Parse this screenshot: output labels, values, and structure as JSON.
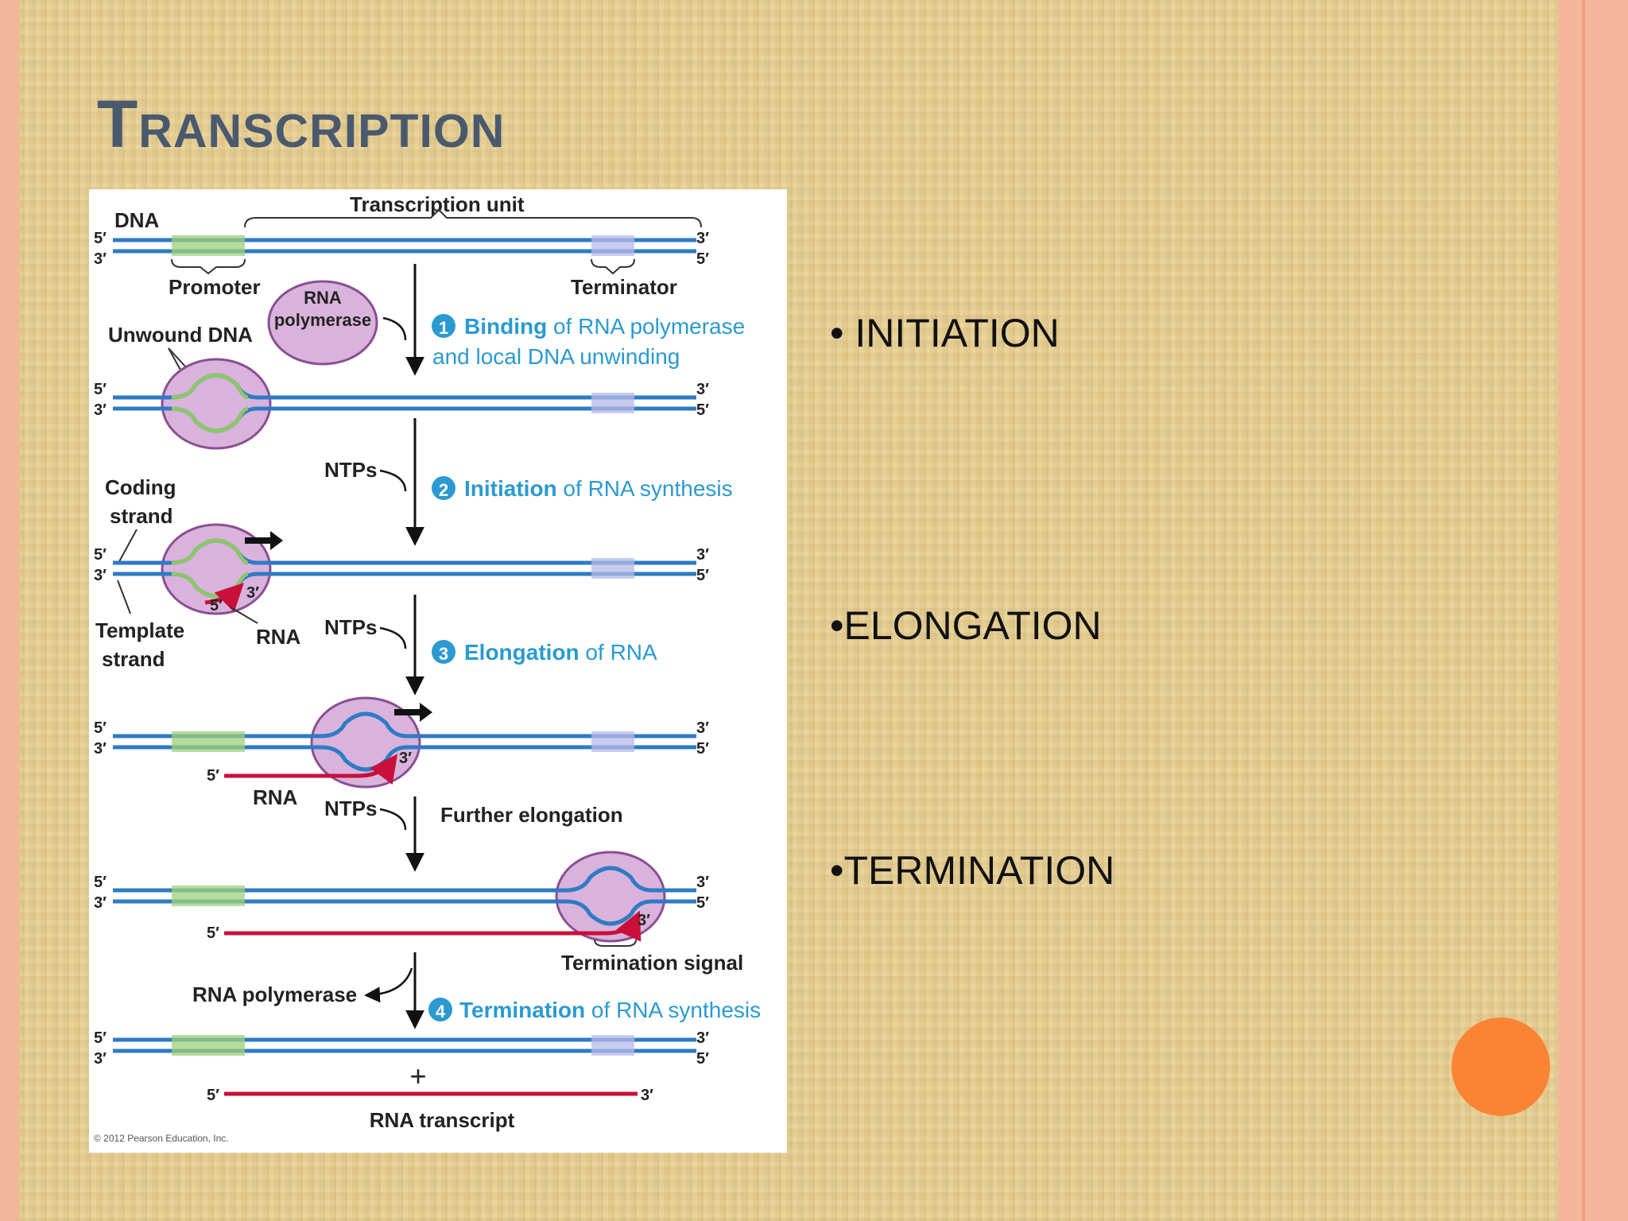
{
  "slide": {
    "title": "Transcription",
    "bullets": [
      "• INITIATION",
      "•ELONGATION",
      "•TERMINATION"
    ]
  },
  "diagram": {
    "labels": {
      "dna": "DNA",
      "transcription_unit": "Transcription unit",
      "promoter": "Promoter",
      "terminator": "Terminator",
      "rna_polymerase_line1": "RNA",
      "rna_polymerase_line2": "polymerase",
      "unwound_dna": "Unwound DNA",
      "coding_strand_line1": "Coding",
      "coding_strand_line2": "strand",
      "template_strand_line1": "Template",
      "template_strand_line2": "strand",
      "rna": "RNA",
      "ntps": "NTPs",
      "further_elongation": "Further elongation",
      "termination_signal": "Termination signal",
      "rna_polymerase": "RNA polymerase",
      "plus": "+",
      "rna_transcript": "RNA transcript",
      "copyright": "© 2012 Pearson Education, Inc.",
      "five_prime": "5′",
      "three_prime": "3′"
    },
    "steps": [
      {
        "number": "1",
        "bold": "Binding",
        "rest_line1": " of RNA polymerase",
        "line2": "and local DNA unwinding"
      },
      {
        "number": "2",
        "bold": "Initiation",
        "rest_line1": " of RNA synthesis"
      },
      {
        "number": "3",
        "bold": "Elongation",
        "rest_line1": " of RNA"
      },
      {
        "number": "4",
        "bold": "Termination",
        "rest_line1": " of RNA synthesis"
      }
    ]
  }
}
